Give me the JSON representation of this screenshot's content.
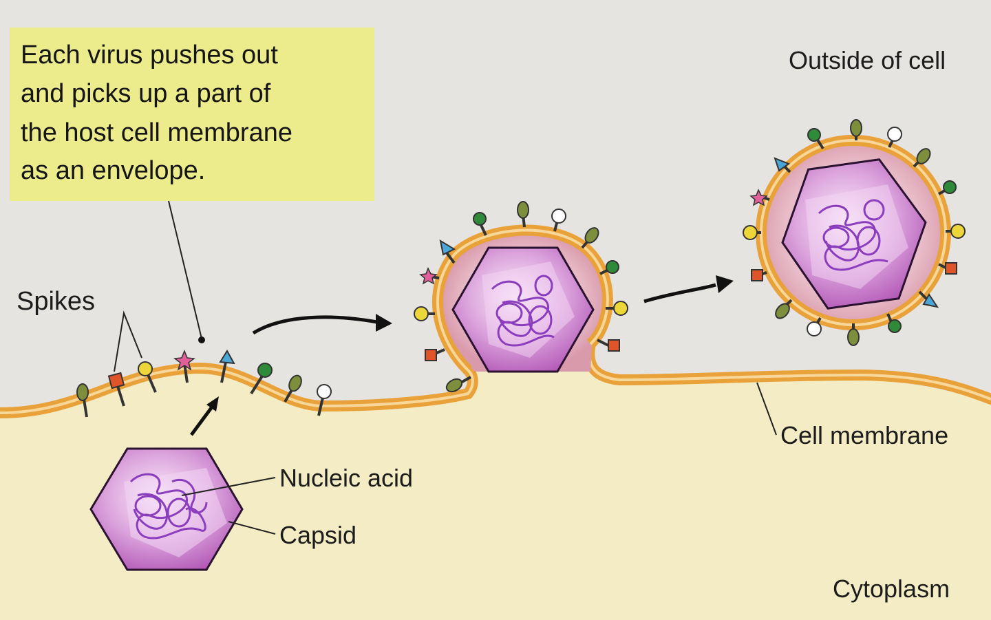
{
  "callout": {
    "lines": [
      "Each virus pushes out",
      "and picks up a part of",
      "the host cell membrane",
      "as an envelope."
    ]
  },
  "labels": {
    "outside": "Outside of cell",
    "spikes": "Spikes",
    "nucleic_acid": "Nucleic acid",
    "capsid": "Capsid",
    "cell_membrane": "Cell membrane",
    "cytoplasm": "Cytoplasm"
  },
  "colors": {
    "outside_bg": "#e6e4e1",
    "cytoplasm_bg": "#f4ecc4",
    "callout_bg": "#ecec8c",
    "membrane": "#e9a23a",
    "envelope_fill": "#e2b2c4",
    "capsid": "#d59bd6",
    "capsid_dark": "#7a2c7f",
    "nucleic_acid": "#8a3dbd",
    "spike_green": "#2f8a3a",
    "spike_olive": "#7d8f3c",
    "spike_red": "#e0542a",
    "spike_yellow": "#ecd63a",
    "spike_blue": "#4aa6d6",
    "spike_pink": "#e0609a",
    "spike_white": "#ffffff"
  }
}
